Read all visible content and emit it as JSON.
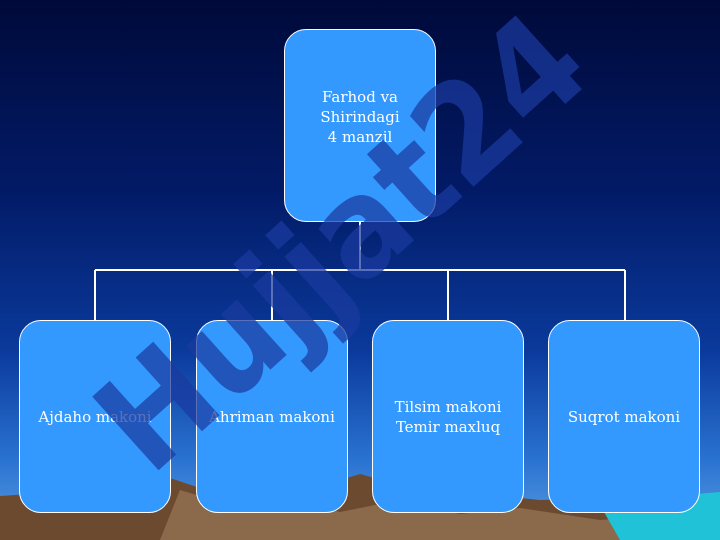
{
  "diagram": {
    "root": {
      "label": "Farhod va Shirindagi\n4 manzil"
    },
    "children": [
      {
        "label": "Ajdaho makoni"
      },
      {
        "label": "Ahriman makoni"
      },
      {
        "label": "Tilsim makoni\nTemir maxluq"
      },
      {
        "label": "Suqrot makoni"
      }
    ]
  },
  "watermark": {
    "text": "Hujjat24"
  },
  "colors": {
    "box_fill": "#3399ff",
    "box_border": "#ffffff",
    "connector": "#ffffff",
    "background_top": "#000a3a",
    "background_bottom": "#5aa0e6"
  }
}
